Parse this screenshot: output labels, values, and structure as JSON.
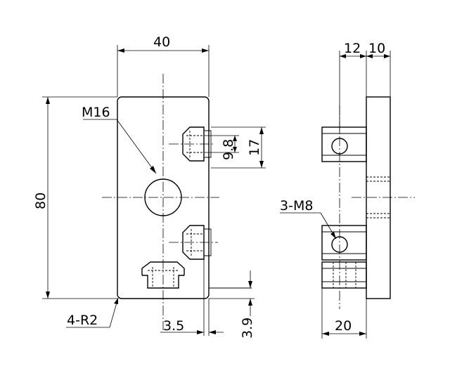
{
  "front_view": {
    "width_dim": "40",
    "height_dim": "80",
    "thread_label": "M16",
    "corner_label": "4-R2",
    "slot_dim_small": "9.8",
    "slot_dim_large": "17",
    "offset_dim": "3.5",
    "step_dim": "3.9"
  },
  "side_view": {
    "dim_a": "12",
    "dim_b": "10",
    "thread_label": "3-M8",
    "bottom_dim": "20"
  }
}
